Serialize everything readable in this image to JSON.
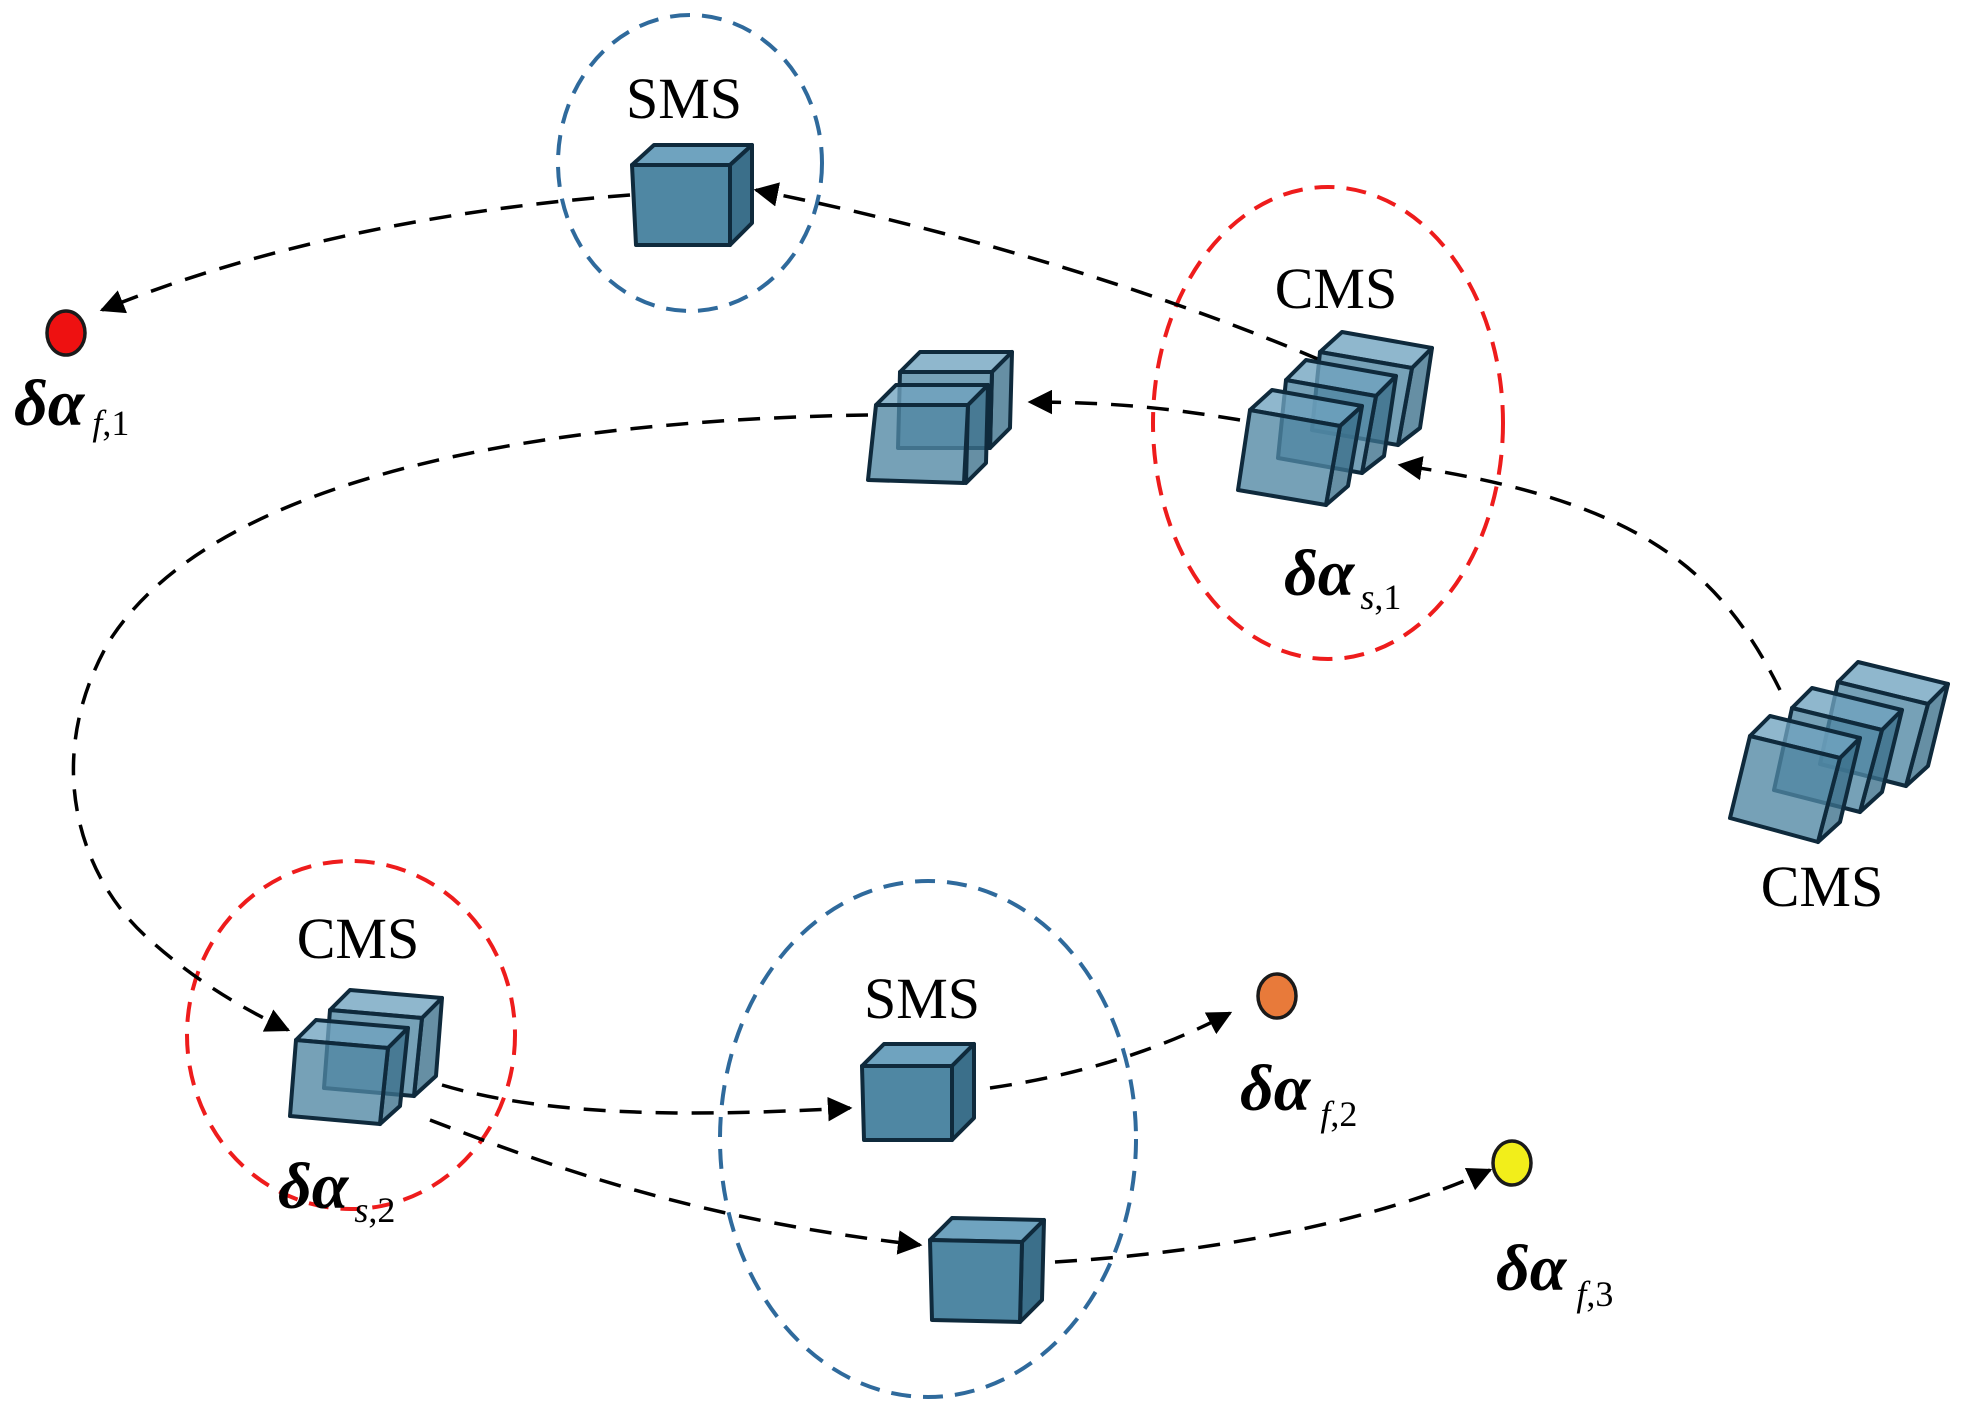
{
  "labels": {
    "cms": "CMS",
    "sms": "SMS"
  },
  "deltas": [
    {
      "id": "f1",
      "base": "δα",
      "sub_letter": "f",
      "sub_rest": ",1"
    },
    {
      "id": "s1",
      "base": "δα",
      "sub_letter": "s",
      "sub_rest": ",1"
    },
    {
      "id": "s2",
      "base": "δα",
      "sub_letter": "s",
      "sub_rest": ",2"
    },
    {
      "id": "f2",
      "base": "δα",
      "sub_letter": "f",
      "sub_rest": ",2"
    },
    {
      "id": "f3",
      "base": "δα",
      "sub_letter": "f",
      "sub_rest": ",3"
    }
  ],
  "colors": {
    "cms_ring": "#ee1c1c",
    "sms_ring": "#2f6a9c",
    "cube": "#4f87a3",
    "endpoint_f1": "#ee1111",
    "endpoint_f2": "#e87a3a",
    "endpoint_f3": "#f2ee1a"
  }
}
